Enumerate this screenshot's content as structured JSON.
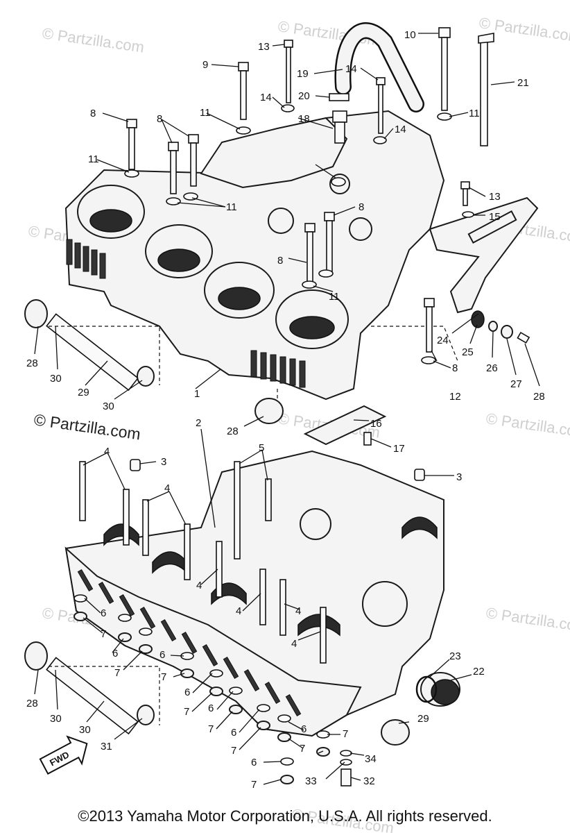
{
  "diagram": {
    "callouts": [
      "1",
      "2",
      "3",
      "3",
      "4",
      "4",
      "4",
      "4",
      "4",
      "4",
      "5",
      "6",
      "6",
      "6",
      "6",
      "6",
      "6",
      "6",
      "6",
      "7",
      "7",
      "7",
      "7",
      "7",
      "7",
      "7",
      "7",
      "7",
      "8",
      "8",
      "8",
      "8",
      "8",
      "9",
      "10",
      "11",
      "11",
      "11",
      "11",
      "11",
      "12",
      "13",
      "13",
      "14",
      "14",
      "14",
      "15",
      "16",
      "17",
      "18",
      "19",
      "20",
      "21",
      "22",
      "23",
      "24",
      "25",
      "26",
      "27",
      "28",
      "28",
      "28",
      "28",
      "29",
      "29",
      "30",
      "30",
      "30",
      "30",
      "31",
      "32",
      "33",
      "34"
    ],
    "fwd_label": "FWD"
  },
  "watermarks": {
    "main": "© Partzilla.com",
    "faint": "© Partzilla.com"
  },
  "footer": {
    "copyright": "©2013  Yamaha Motor Corporation, U.S.A. All rights reserved."
  }
}
